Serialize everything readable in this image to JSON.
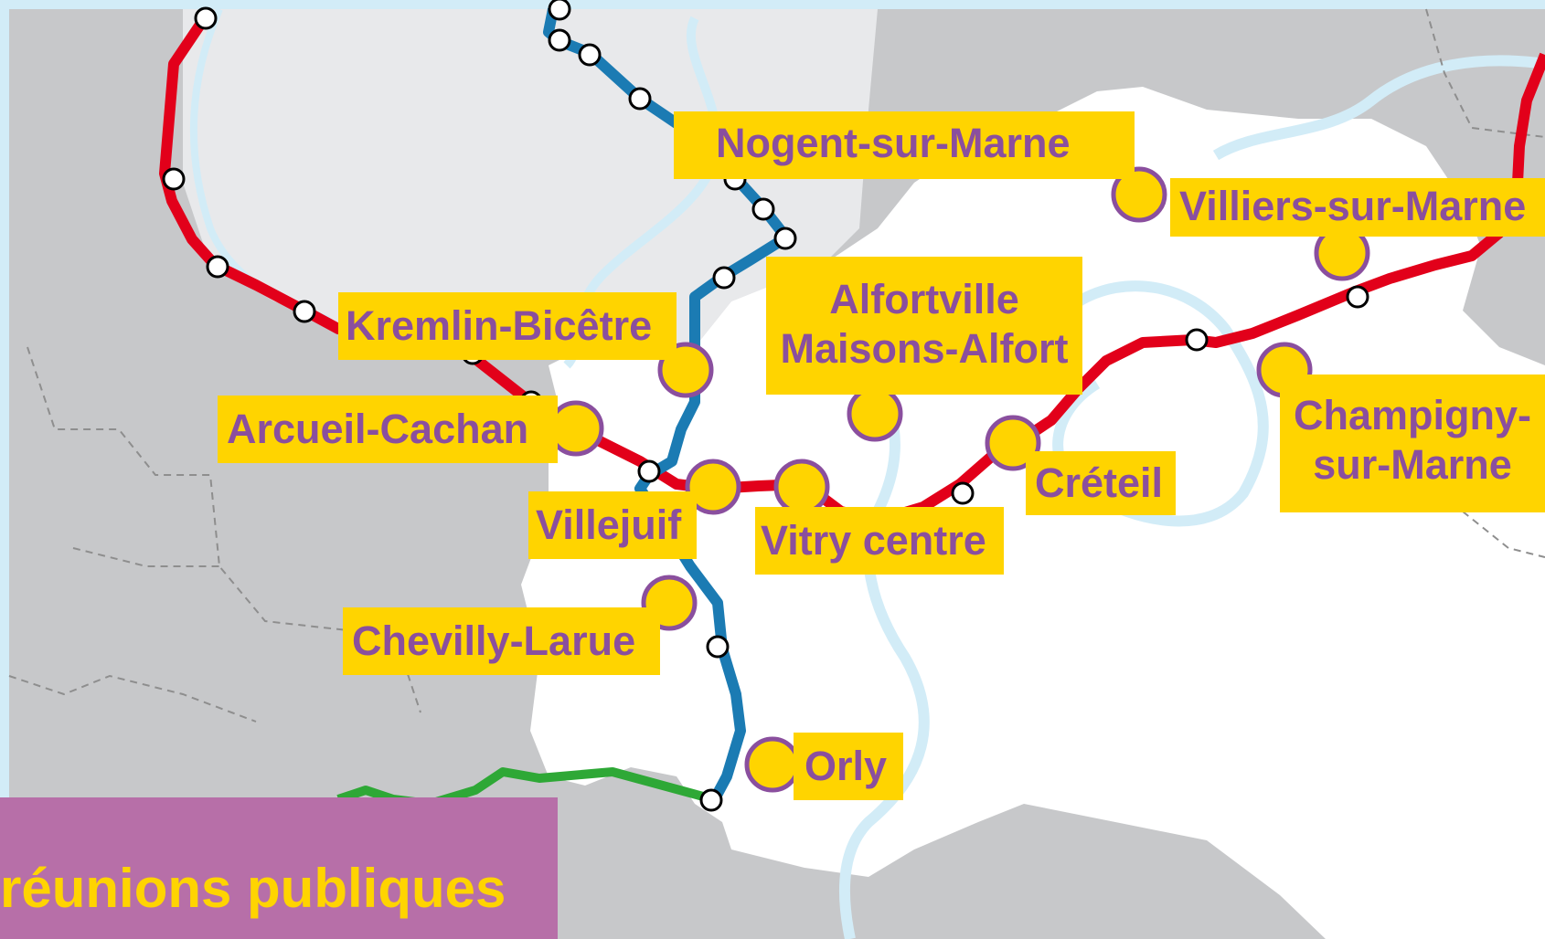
{
  "colors": {
    "water": "#d2ecf7",
    "urban_gray": "#c7c8ca",
    "paris_gray": "#e8e9eb",
    "project_area": "#ffffff",
    "boundary": "#8e8e8e",
    "line_red": "#e2001a",
    "line_blue": "#1b7bb3",
    "line_green": "#2ea836",
    "station_fill": "#ffd400",
    "station_stroke": "#8a4f9e",
    "label_bg": "#ffd400",
    "label_text": "#8a4f9e",
    "banner_bg": "#b76fa8",
    "banner_text": "#ffd400"
  },
  "places": {
    "nogent": "Nogent-sur-Marne",
    "villiers": "Villiers-sur-Marne",
    "kremlin": "Kremlin-Bicêtre",
    "alfortville_1": "Alfortville",
    "alfortville_2": "Maisons-Alfort",
    "arcueil": "Arcueil-Cachan",
    "champigny_1": "Champigny-",
    "champigny_2": "sur-Marne",
    "creteil": "Créteil",
    "villejuif": "Villejuif",
    "vitry": "Vitry centre",
    "chevilly": "Chevilly-Larue",
    "orly": "Orly"
  },
  "banner": {
    "title": "réunions publiques"
  }
}
